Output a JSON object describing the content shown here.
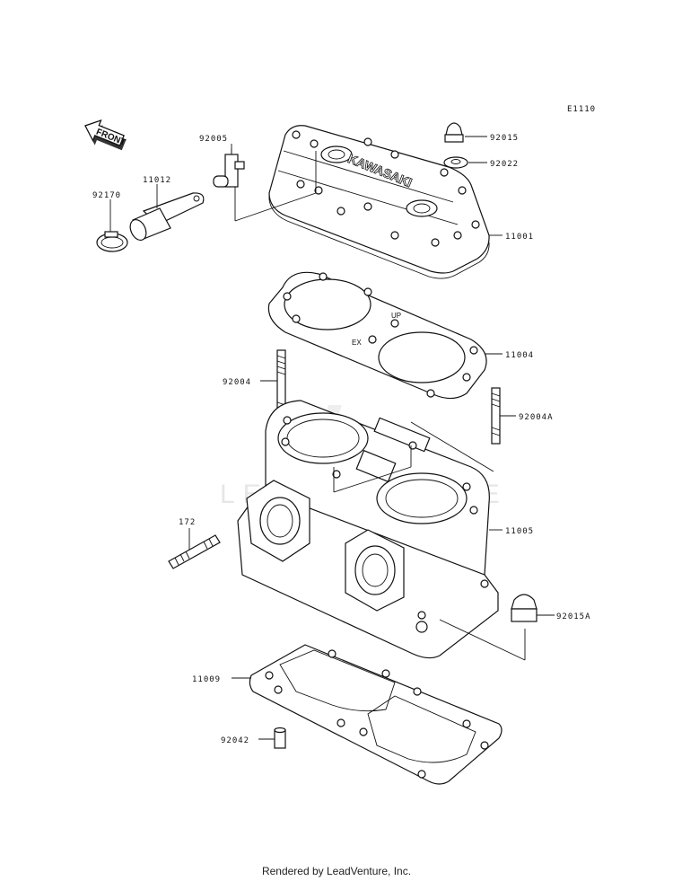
{
  "diagram_code": "E1110",
  "front_label": "FRONT",
  "head_brand": "KAWASAKI",
  "gasket_marks": {
    "up": "UP",
    "ex": "EX"
  },
  "watermark": "LEADVENTURE",
  "footer": "Rendered by LeadVenture, Inc.",
  "parts": {
    "p92015": "92015",
    "p92022": "92022",
    "p92005": "92005",
    "p11012": "11012",
    "p92170": "92170",
    "p11001": "11001",
    "p11004": "11004",
    "p92004": "92004",
    "p92004A": "92004A",
    "p172": "172",
    "p11005": "11005",
    "p92015A": "92015A",
    "p11009": "11009",
    "p92042": "92042"
  }
}
